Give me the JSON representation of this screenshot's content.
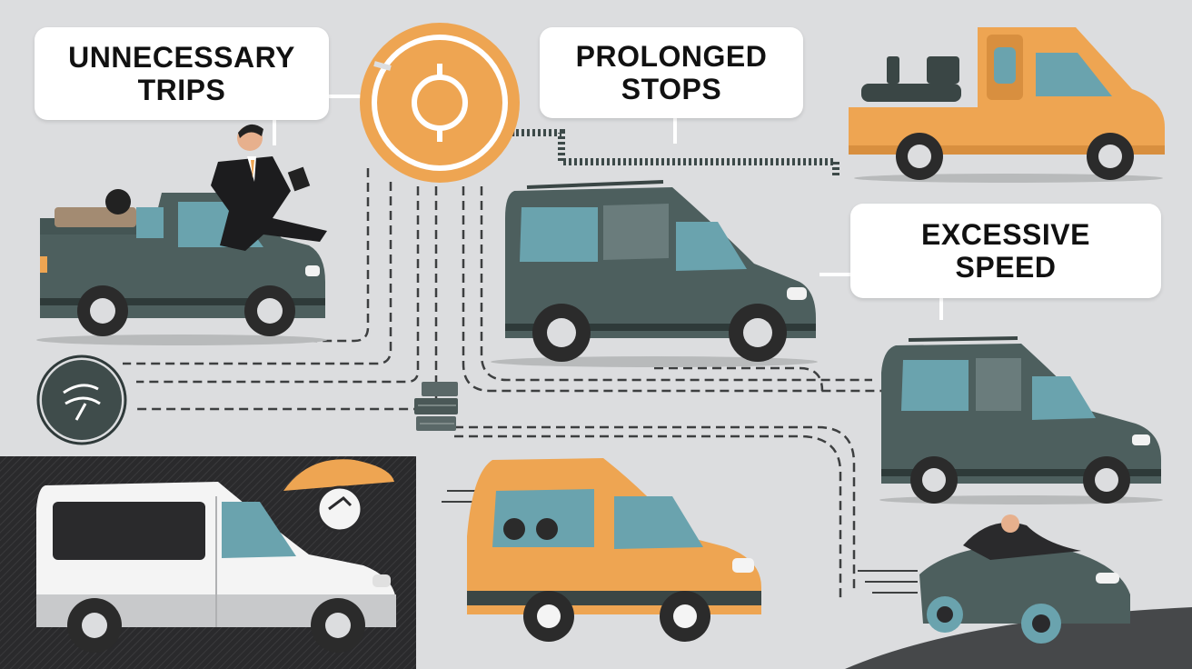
{
  "callouts": {
    "unnecessary_trips": {
      "line1": "UNNECESSARY",
      "line2": "TRIPS"
    },
    "prolonged_stops": {
      "line1": "PROLONGED",
      "line2": "STOPS"
    },
    "excessive_speed": {
      "line1": "EXCESSIVE",
      "line2": "SPEED"
    }
  },
  "colors": {
    "background": "#dcdddf",
    "accent_orange": "#eea552",
    "van_dark_teal": "#4a5e5d",
    "window_blue": "#6aa3ae",
    "dark_panel": "#1f1f21",
    "white": "#ffffff"
  },
  "icons": [
    "fuel-gauge-icon",
    "speedometer-icon",
    "stack-of-crates-icon"
  ]
}
